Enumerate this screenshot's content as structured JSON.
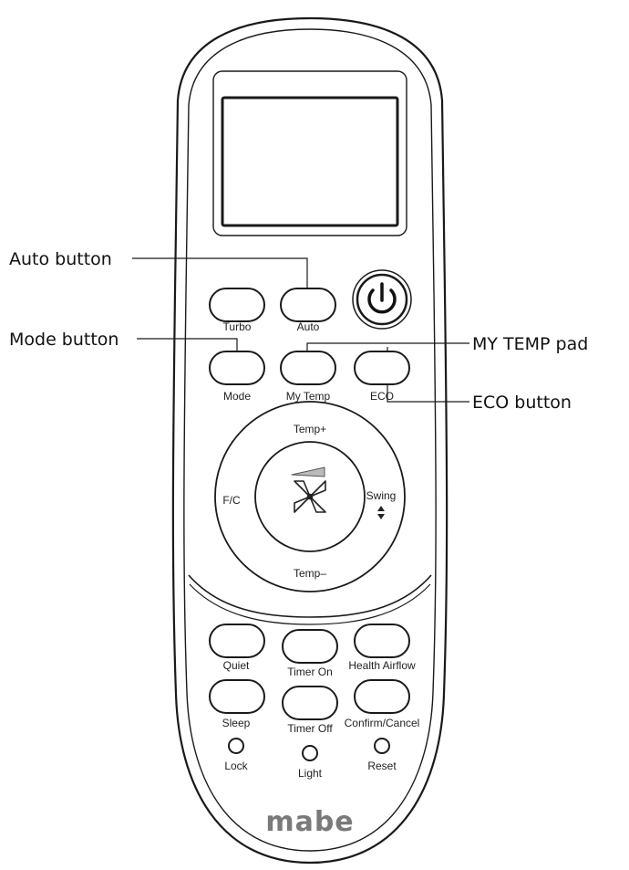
{
  "callouts": {
    "auto": "Auto button",
    "mode": "Mode button",
    "my_temp": "MY TEMP pad",
    "eco": "ECO button"
  },
  "buttons": {
    "turbo": "Turbo",
    "auto": "Auto",
    "mode": "Mode",
    "my_temp": "My Temp",
    "eco": "ECO",
    "quiet": "Quiet",
    "timer_on": "Timer On",
    "health_airflow": "Health Airflow",
    "sleep": "Sleep",
    "timer_off": "Timer Off",
    "confirm_cancel": "Confirm/Cancel",
    "lock": "Lock",
    "light": "Light",
    "reset": "Reset"
  },
  "dpad": {
    "temp_up": "Temp+",
    "temp_down": "Temp–",
    "fc": "F/C",
    "swing": "Swing",
    "swing_icon": "▲▼"
  },
  "icons": {
    "power": "power-icon",
    "fan": "fan-icon",
    "swing": "swing-arrows-icon"
  },
  "brand": "mabe",
  "colors": {
    "outline": "#1a1a1a",
    "brand": "#7a7a7a",
    "background": "#ffffff"
  }
}
